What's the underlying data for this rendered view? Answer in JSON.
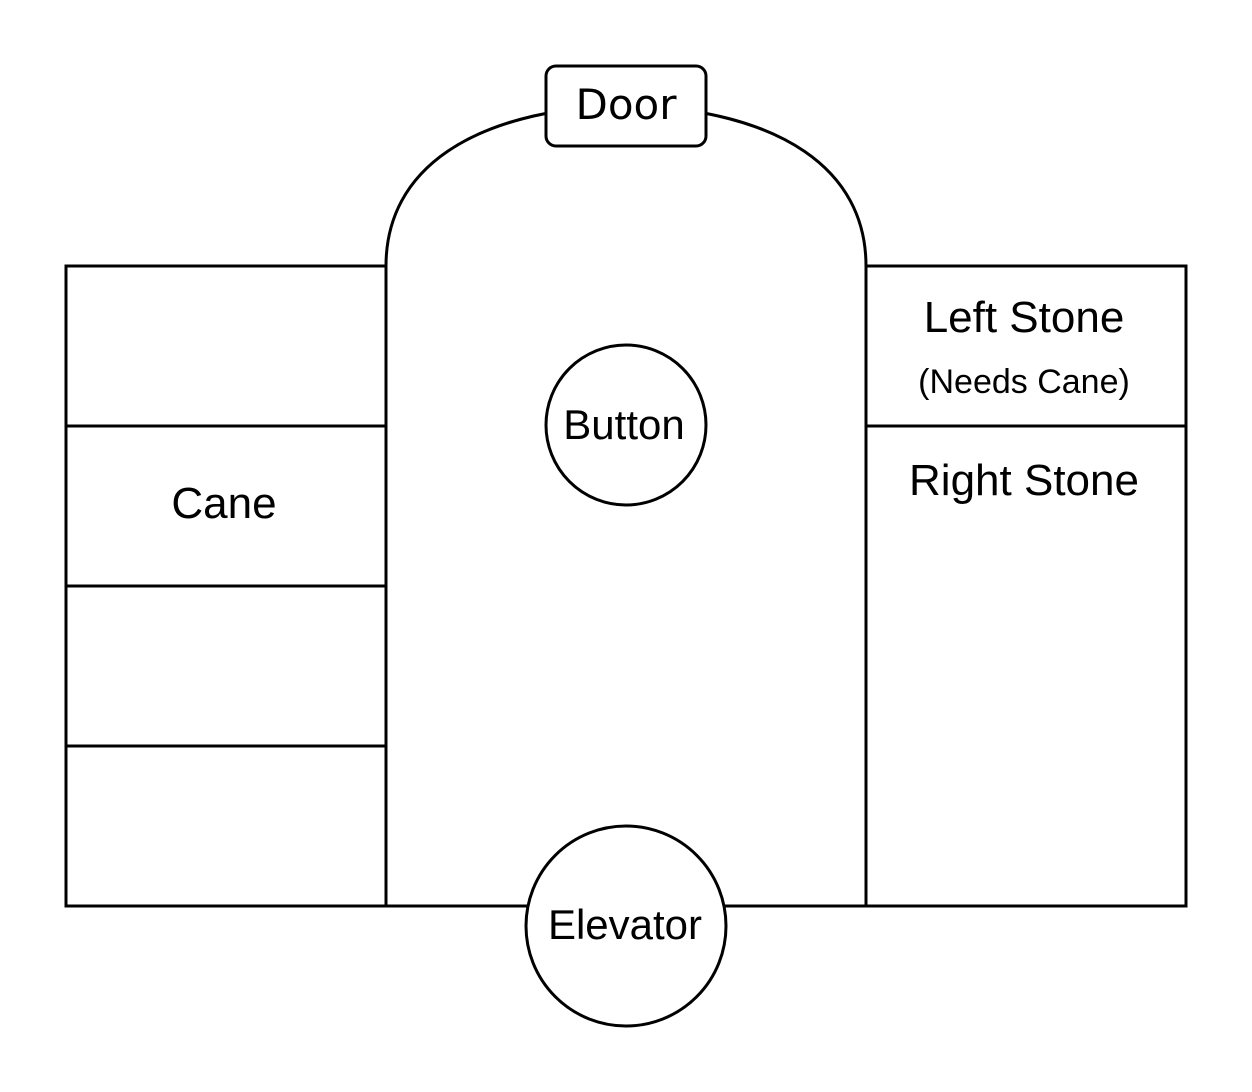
{
  "diagram": {
    "type": "floor-plan",
    "nodes": {
      "door": "Door",
      "button": "Button",
      "elevator": "Elevator",
      "left_rooms": [
        "",
        "Cane",
        "",
        ""
      ],
      "right_rooms": [
        {
          "title": "Left Stone",
          "subtitle": "(Needs Cane)"
        },
        {
          "title": "Right Stone",
          "subtitle": ""
        }
      ]
    },
    "colors": {
      "stroke": "#000000",
      "background": "#ffffff"
    }
  }
}
